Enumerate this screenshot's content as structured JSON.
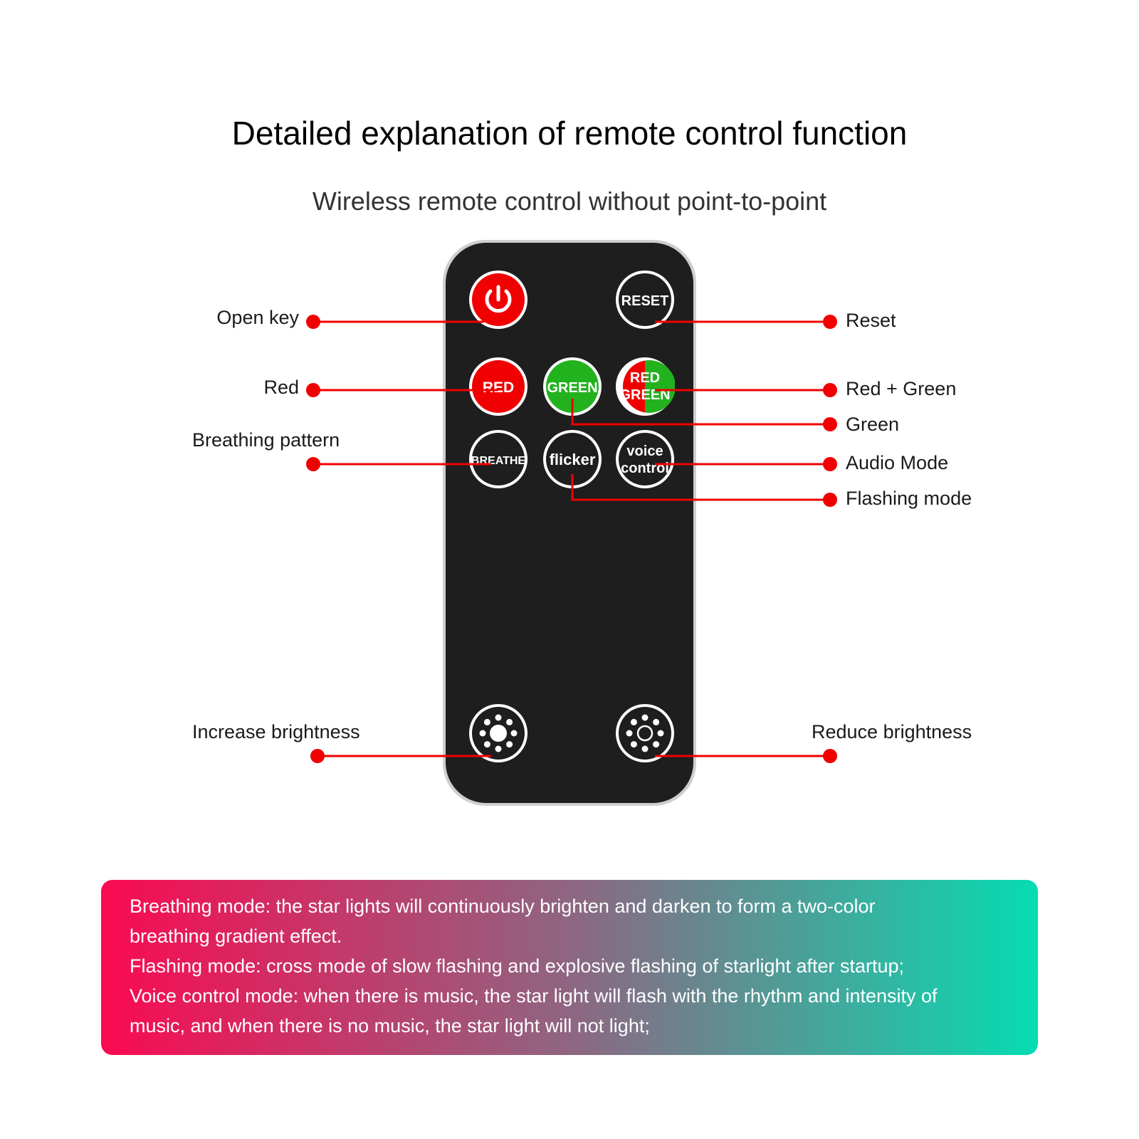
{
  "title": "Detailed explanation of remote control function",
  "subtitle": "Wireless remote control without point-to-point",
  "colors": {
    "accent_red": "#f00000",
    "button_red": "#f00000",
    "button_green": "#22b21e",
    "remote_body": "#1e1e1e"
  },
  "buttons": {
    "power": {
      "icon": "power-icon"
    },
    "reset": {
      "label": "RESET"
    },
    "red": {
      "label": "RED"
    },
    "green": {
      "label": "GREEN"
    },
    "red_green": {
      "label_top": "RED",
      "label_bottom": "GREEN"
    },
    "breathe": {
      "label": "BREATHE"
    },
    "flicker": {
      "label": "flicker"
    },
    "voice": {
      "label_top": "voice",
      "label_bottom": "control"
    },
    "brightness_up": {
      "icon": "brightness-up-icon"
    },
    "brightness_down": {
      "icon": "brightness-down-icon"
    }
  },
  "callouts": {
    "open_key": "Open key",
    "red": "Red",
    "breathing_pattern": "Breathing pattern",
    "increase_brightness": "Increase brightness",
    "reset": "Reset",
    "red_green": "Red + Green",
    "green": "Green",
    "audio_mode": "Audio Mode",
    "flashing_mode": "Flashing mode",
    "reduce_brightness": "Reduce brightness"
  },
  "info": {
    "lines": [
      "Breathing mode: the star lights will continuously brighten and darken to form a two-color",
      "breathing gradient effect.",
      "Flashing mode: cross mode of slow flashing and explosive flashing of starlight after startup;",
      "Voice control mode: when there is music, the star light will flash with the rhythm and intensity of",
      "music, and when there is no music, the star light will not light;"
    ]
  }
}
